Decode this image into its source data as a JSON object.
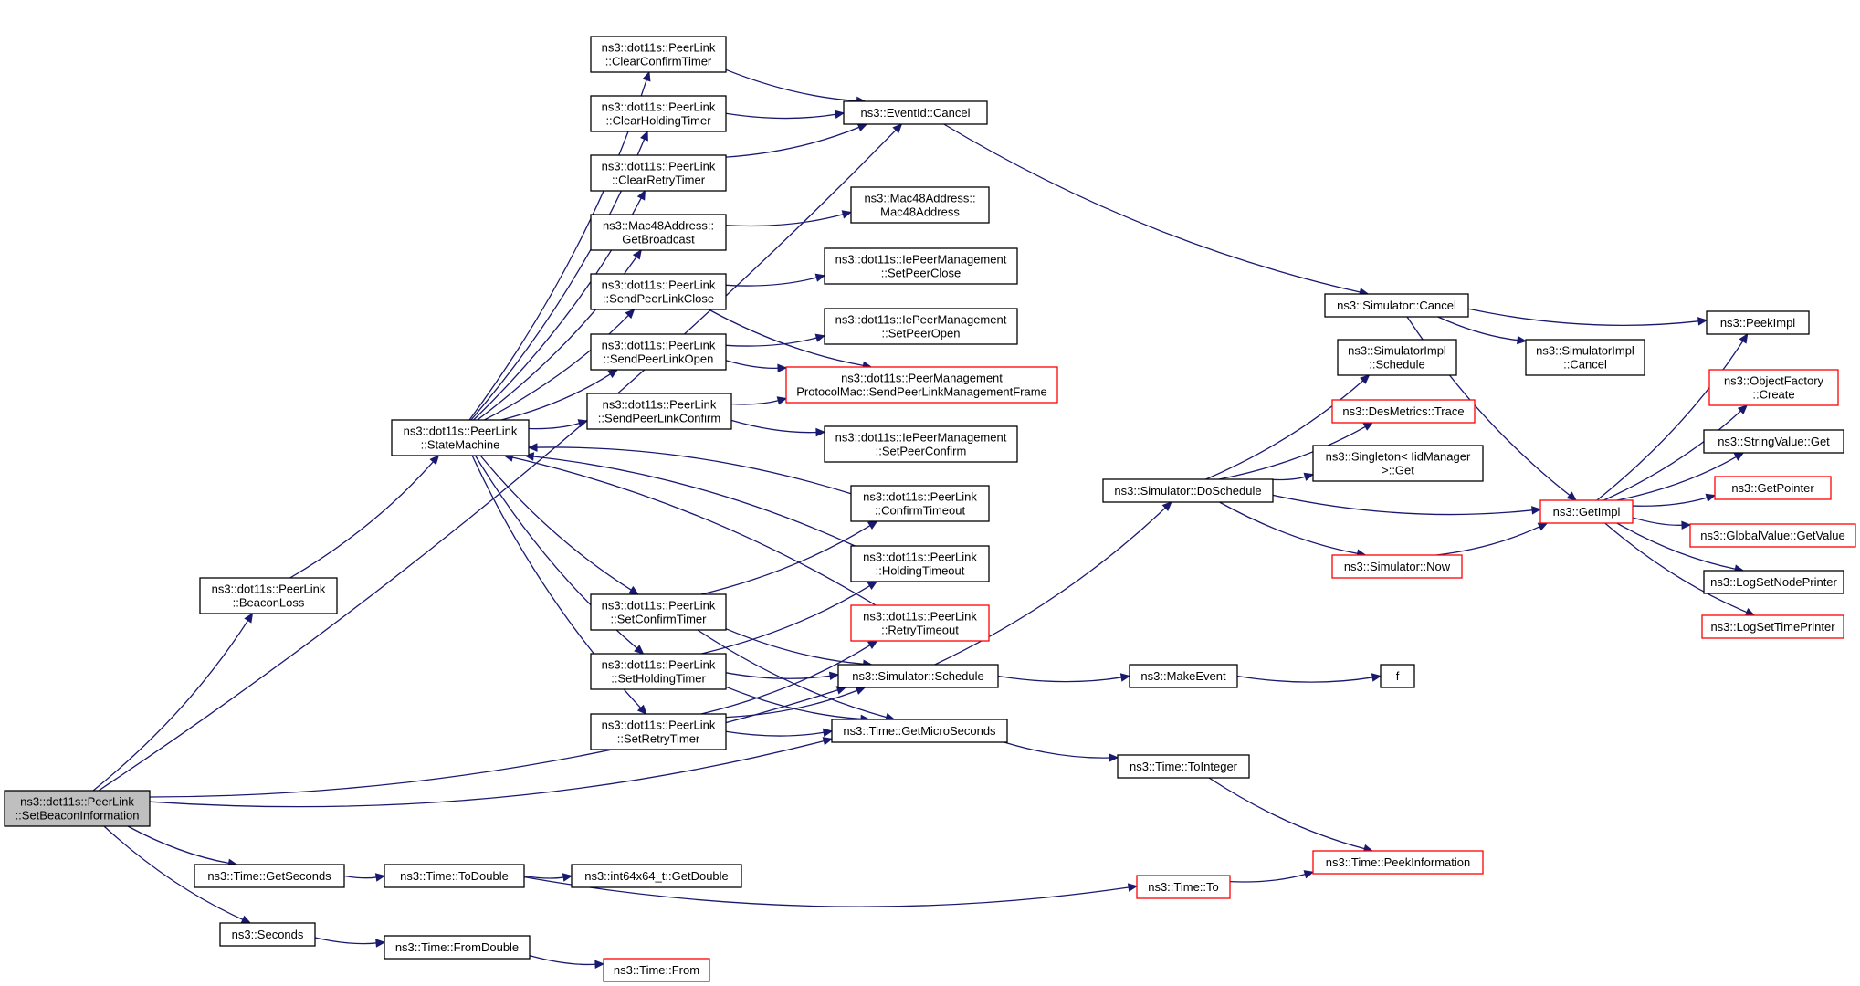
{
  "colors": {
    "edge": "#191970",
    "border": "#000000",
    "incomplete_border": "#ff0000",
    "root_fill": "#bfbfbf",
    "node_fill": "#ffffff"
  },
  "nodes": {
    "setbeacon": {
      "lines": [
        "ns3::dot11s::PeerLink",
        "::SetBeaconInformation"
      ],
      "root": true
    },
    "beaconloss": {
      "lines": [
        "ns3::dot11s::PeerLink",
        "::BeaconLoss"
      ]
    },
    "statemachine": {
      "lines": [
        "ns3::dot11s::PeerLink",
        "::StateMachine"
      ]
    },
    "clearconfirm": {
      "lines": [
        "ns3::dot11s::PeerLink",
        "::ClearConfirmTimer"
      ]
    },
    "clearholding": {
      "lines": [
        "ns3::dot11s::PeerLink",
        "::ClearHoldingTimer"
      ]
    },
    "clearretry": {
      "lines": [
        "ns3::dot11s::PeerLink",
        "::ClearRetryTimer"
      ]
    },
    "getbroadcast": {
      "lines": [
        "ns3::Mac48Address::",
        "GetBroadcast"
      ]
    },
    "sendclose": {
      "lines": [
        "ns3::dot11s::PeerLink",
        "::SendPeerLinkClose"
      ]
    },
    "sendopen": {
      "lines": [
        "ns3::dot11s::PeerLink",
        "::SendPeerLinkOpen"
      ]
    },
    "sendconfirm": {
      "lines": [
        "ns3::dot11s::PeerLink",
        "::SendPeerLinkConfirm"
      ]
    },
    "setconfirmtimer": {
      "lines": [
        "ns3::dot11s::PeerLink",
        "::SetConfirmTimer"
      ]
    },
    "setholdingtimer": {
      "lines": [
        "ns3::dot11s::PeerLink",
        "::SetHoldingTimer"
      ]
    },
    "setretrytimer": {
      "lines": [
        "ns3::dot11s::PeerLink",
        "::SetRetryTimer"
      ]
    },
    "eventcancel": {
      "lines": [
        "ns3::EventId::Cancel"
      ]
    },
    "mac48ctor": {
      "lines": [
        "ns3::Mac48Address::",
        "Mac48Address"
      ]
    },
    "setpeerclose": {
      "lines": [
        "ns3::dot11s::IePeerManagement",
        "::SetPeerClose"
      ]
    },
    "setpeeropen": {
      "lines": [
        "ns3::dot11s::IePeerManagement",
        "::SetPeerOpen"
      ]
    },
    "sendmgmt": {
      "lines": [
        "ns3::dot11s::PeerManagement",
        "ProtocolMac::SendPeerLinkManagementFrame"
      ],
      "incomplete": true
    },
    "setpeerconfirm": {
      "lines": [
        "ns3::dot11s::IePeerManagement",
        "::SetPeerConfirm"
      ]
    },
    "confirmtimeout": {
      "lines": [
        "ns3::dot11s::PeerLink",
        "::ConfirmTimeout"
      ]
    },
    "holdingtimeout": {
      "lines": [
        "ns3::dot11s::PeerLink",
        "::HoldingTimeout"
      ]
    },
    "retrytimeout": {
      "lines": [
        "ns3::dot11s::PeerLink",
        "::RetryTimeout"
      ],
      "incomplete": true
    },
    "schedule": {
      "lines": [
        "ns3::Simulator::Schedule"
      ]
    },
    "getmicro": {
      "lines": [
        "ns3::Time::GetMicroSeconds"
      ]
    },
    "getseconds": {
      "lines": [
        "ns3::Time::GetSeconds"
      ]
    },
    "seconds": {
      "lines": [
        "ns3::Seconds"
      ]
    },
    "todouble": {
      "lines": [
        "ns3::Time::ToDouble"
      ]
    },
    "fromdouble": {
      "lines": [
        "ns3::Time::FromDouble"
      ]
    },
    "getdouble": {
      "lines": [
        "ns3::int64x64_t::GetDouble"
      ]
    },
    "timefrom": {
      "lines": [
        "ns3::Time::From"
      ],
      "incomplete": true
    },
    "makeevent": {
      "lines": [
        "ns3::MakeEvent"
      ]
    },
    "f": {
      "lines": [
        "f"
      ]
    },
    "tointeger": {
      "lines": [
        "ns3::Time::ToInteger"
      ]
    },
    "timeto": {
      "lines": [
        "ns3::Time::To"
      ],
      "incomplete": true
    },
    "peekinfo": {
      "lines": [
        "ns3::Time::PeekInformation"
      ],
      "incomplete": true
    },
    "simcancel": {
      "lines": [
        "ns3::Simulator::Cancel"
      ]
    },
    "doschedule": {
      "lines": [
        "ns3::Simulator::DoSchedule"
      ]
    },
    "implschedule": {
      "lines": [
        "ns3::SimulatorImpl",
        "::Schedule"
      ]
    },
    "desmetrics": {
      "lines": [
        "ns3::DesMetrics::Trace"
      ],
      "incomplete": true
    },
    "singleton": {
      "lines": [
        "ns3::Singleton< IidManager",
        " >::Get"
      ]
    },
    "simnow": {
      "lines": [
        "ns3::Simulator::Now"
      ],
      "incomplete": true
    },
    "implcancel": {
      "lines": [
        "ns3::SimulatorImpl",
        "::Cancel"
      ]
    },
    "peekimpl": {
      "lines": [
        "ns3::PeekImpl"
      ]
    },
    "getimpl": {
      "lines": [
        "ns3::GetImpl"
      ],
      "incomplete": true
    },
    "objfactory": {
      "lines": [
        "ns3::ObjectFactory",
        "::Create"
      ],
      "incomplete": true
    },
    "stringget": {
      "lines": [
        "ns3::StringValue::Get"
      ]
    },
    "getpointer": {
      "lines": [
        "ns3::GetPointer"
      ],
      "incomplete": true
    },
    "globalget": {
      "lines": [
        "ns3::GlobalValue::GetValue"
      ],
      "incomplete": true
    },
    "lognode": {
      "lines": [
        "ns3::LogSetNodePrinter"
      ]
    },
    "logtime": {
      "lines": [
        "ns3::LogSetTimePrinter"
      ],
      "incomplete": true
    }
  },
  "edges": [
    [
      "setbeacon",
      "beaconloss"
    ],
    [
      "setbeacon",
      "eventcancel"
    ],
    [
      "setbeacon",
      "schedule"
    ],
    [
      "setbeacon",
      "getmicro"
    ],
    [
      "setbeacon",
      "getseconds"
    ],
    [
      "setbeacon",
      "seconds"
    ],
    [
      "beaconloss",
      "statemachine"
    ],
    [
      "statemachine",
      "clearconfirm"
    ],
    [
      "statemachine",
      "clearholding"
    ],
    [
      "statemachine",
      "clearretry"
    ],
    [
      "statemachine",
      "getbroadcast"
    ],
    [
      "statemachine",
      "sendclose"
    ],
    [
      "statemachine",
      "sendopen"
    ],
    [
      "statemachine",
      "sendconfirm"
    ],
    [
      "statemachine",
      "setconfirmtimer"
    ],
    [
      "statemachine",
      "setholdingtimer"
    ],
    [
      "statemachine",
      "setretrytimer"
    ],
    [
      "clearconfirm",
      "eventcancel"
    ],
    [
      "clearholding",
      "eventcancel"
    ],
    [
      "clearretry",
      "eventcancel"
    ],
    [
      "getbroadcast",
      "mac48ctor"
    ],
    [
      "sendclose",
      "setpeerclose"
    ],
    [
      "sendclose",
      "sendmgmt"
    ],
    [
      "sendopen",
      "setpeeropen"
    ],
    [
      "sendopen",
      "sendmgmt"
    ],
    [
      "sendconfirm",
      "sendmgmt"
    ],
    [
      "sendconfirm",
      "setpeerconfirm"
    ],
    [
      "setconfirmtimer",
      "confirmtimeout"
    ],
    [
      "setconfirmtimer",
      "schedule"
    ],
    [
      "setconfirmtimer",
      "getmicro"
    ],
    [
      "setholdingtimer",
      "holdingtimeout"
    ],
    [
      "setholdingtimer",
      "schedule"
    ],
    [
      "setholdingtimer",
      "getmicro"
    ],
    [
      "setretrytimer",
      "retrytimeout"
    ],
    [
      "setretrytimer",
      "schedule"
    ],
    [
      "setretrytimer",
      "getmicro"
    ],
    [
      "confirmtimeout",
      "statemachine"
    ],
    [
      "holdingtimeout",
      "statemachine"
    ],
    [
      "retrytimeout",
      "statemachine"
    ],
    [
      "eventcancel",
      "simcancel"
    ],
    [
      "schedule",
      "doschedule"
    ],
    [
      "schedule",
      "makeevent"
    ],
    [
      "getmicro",
      "tointeger"
    ],
    [
      "getseconds",
      "todouble"
    ],
    [
      "todouble",
      "getdouble"
    ],
    [
      "todouble",
      "timeto"
    ],
    [
      "seconds",
      "fromdouble"
    ],
    [
      "fromdouble",
      "timefrom"
    ],
    [
      "makeevent",
      "f"
    ],
    [
      "tointeger",
      "peekinfo"
    ],
    [
      "timeto",
      "peekinfo"
    ],
    [
      "simcancel",
      "peekimpl"
    ],
    [
      "simcancel",
      "implcancel"
    ],
    [
      "simcancel",
      "getimpl"
    ],
    [
      "doschedule",
      "implschedule"
    ],
    [
      "doschedule",
      "desmetrics"
    ],
    [
      "doschedule",
      "singleton"
    ],
    [
      "doschedule",
      "getimpl"
    ],
    [
      "doschedule",
      "simnow"
    ],
    [
      "simnow",
      "getimpl"
    ],
    [
      "getimpl",
      "peekimpl"
    ],
    [
      "getimpl",
      "objfactory"
    ],
    [
      "getimpl",
      "stringget"
    ],
    [
      "getimpl",
      "getpointer"
    ],
    [
      "getimpl",
      "globalget"
    ],
    [
      "getimpl",
      "lognode"
    ],
    [
      "getimpl",
      "logtime"
    ]
  ]
}
